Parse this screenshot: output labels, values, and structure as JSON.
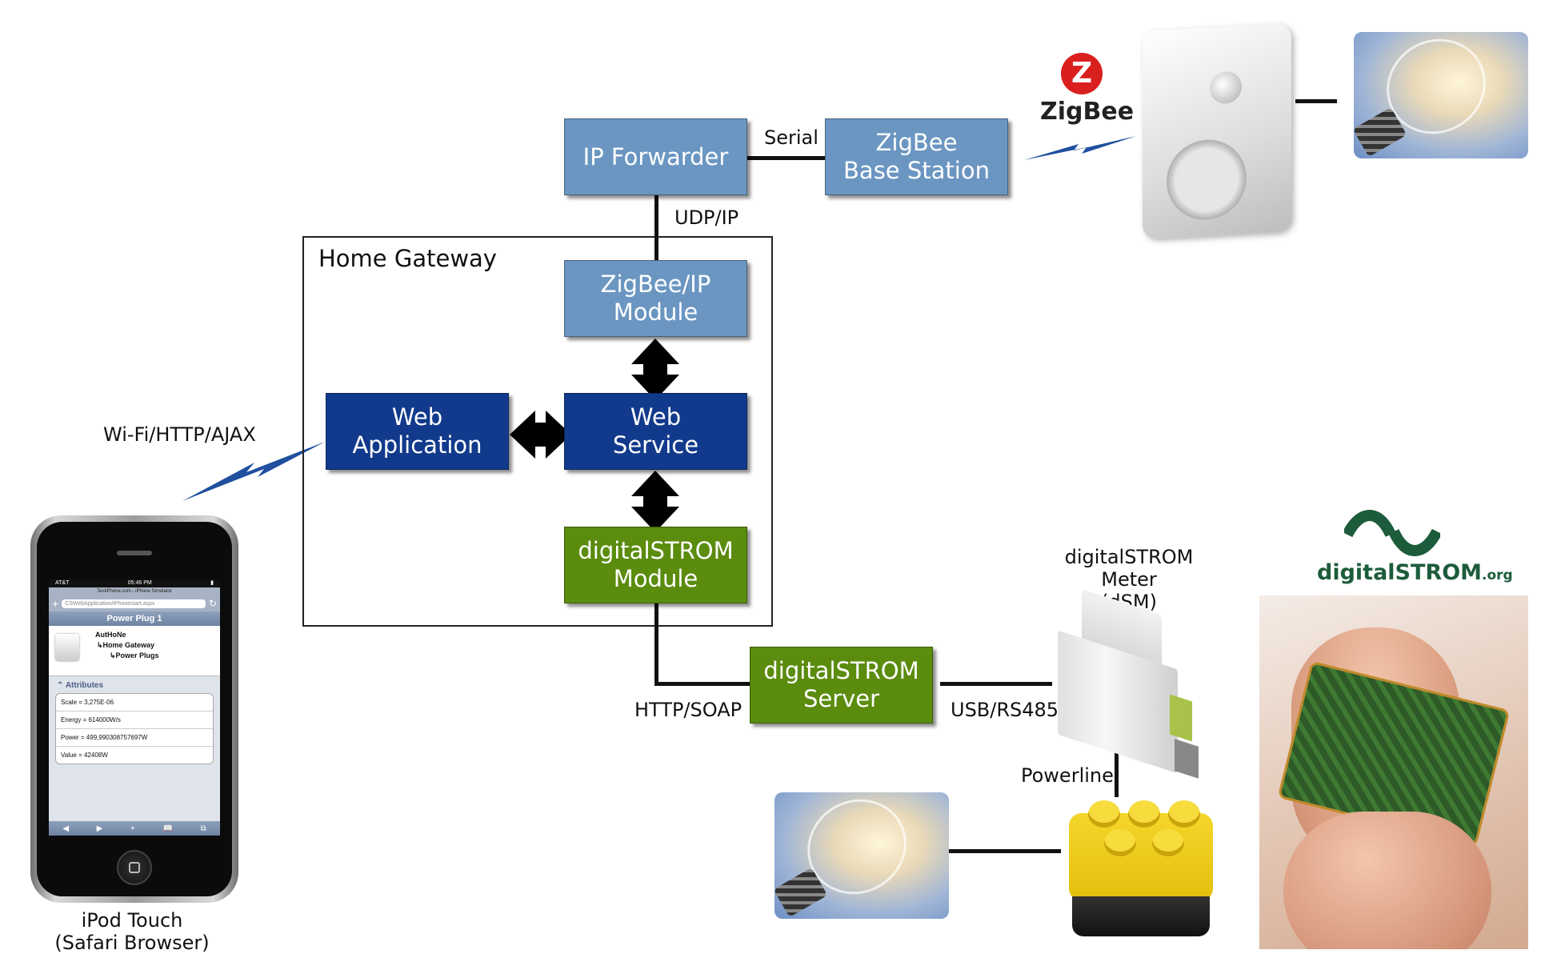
{
  "gateway_title": "Home Gateway",
  "boxes": {
    "ip_forwarder": "IP Forwarder",
    "zigbee_base": "ZigBee\nBase Station",
    "zigbee_ip": "ZigBee/IP\nModule",
    "web_app": "Web\nApplication",
    "web_service": "Web\nService",
    "ds_module": "digitalSTROM\nModule",
    "ds_server": "digitalSTROM\nServer"
  },
  "labels": {
    "serial": "Serial",
    "udp_ip": "UDP/IP",
    "wifi": "Wi-Fi/HTTP/AJAX",
    "http_soap": "HTTP/SOAP",
    "usb_rs485": "USB/RS485",
    "powerline": "Powerline",
    "dsm": "digitalSTROM Meter\n(dSM)",
    "ipod": "iPod Touch\n(Safari Browser)"
  },
  "logos": {
    "zigbee": "ZigBee",
    "digitalstrom": "digitalSTROM",
    "digitalstrom_suffix": ".org"
  },
  "phone": {
    "carrier": "AT&T",
    "time": "05:46 PM",
    "site_title": "TestiPhone.com - iPhone Simulator",
    "url": "CSWebApplication/iPhonestart.aspx",
    "header": "Power Plug 1",
    "tree_root": "AutHoNe",
    "tree_child": "↳Home Gateway",
    "tree_leaf": "↳Power Plugs",
    "section": "Attributes",
    "rows": [
      "Scale = 3,275E-06",
      "Energy = 614000W/s",
      "Power = 499,990308757697W",
      "Value = 42408W"
    ]
  },
  "colors": {
    "light_blue": "#6b96c2",
    "dark_blue": "#123a8c",
    "green": "#5b8c0e",
    "lightning": "#1f4f9e",
    "zigbee_red": "#d9201f",
    "ds_green": "#1d5c3b"
  }
}
